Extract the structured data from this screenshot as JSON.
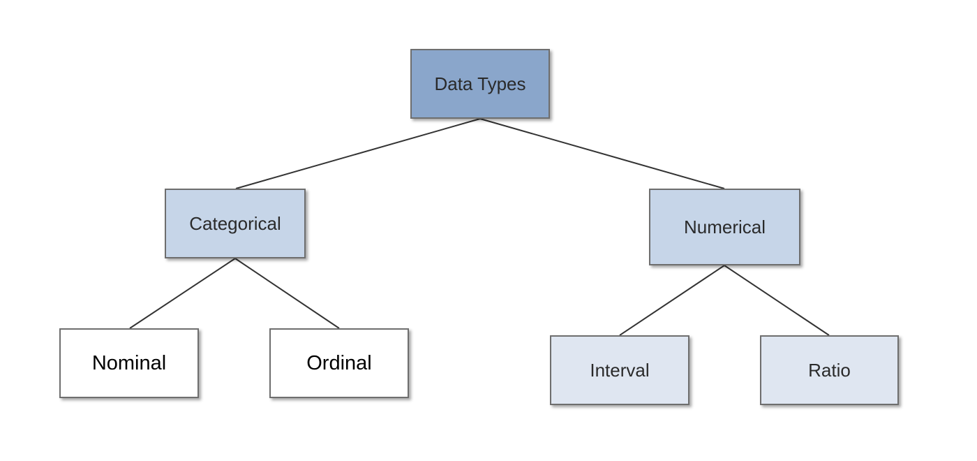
{
  "diagram": {
    "root": {
      "label": "Data Types",
      "fill": "#8aa6cb"
    },
    "categorical": {
      "label": "Categorical",
      "fill": "#c6d5e8",
      "children": [
        {
          "label": "Nominal",
          "fill": "#ffffff"
        },
        {
          "label": "Ordinal",
          "fill": "#ffffff"
        }
      ]
    },
    "numerical": {
      "label": "Numerical",
      "fill": "#c6d5e8",
      "children": [
        {
          "label": "Interval",
          "fill": "#dfe6f1"
        },
        {
          "label": "Ratio",
          "fill": "#dfe6f1"
        }
      ]
    },
    "line_color": "#333333",
    "border_color": "#6e6e6e"
  }
}
